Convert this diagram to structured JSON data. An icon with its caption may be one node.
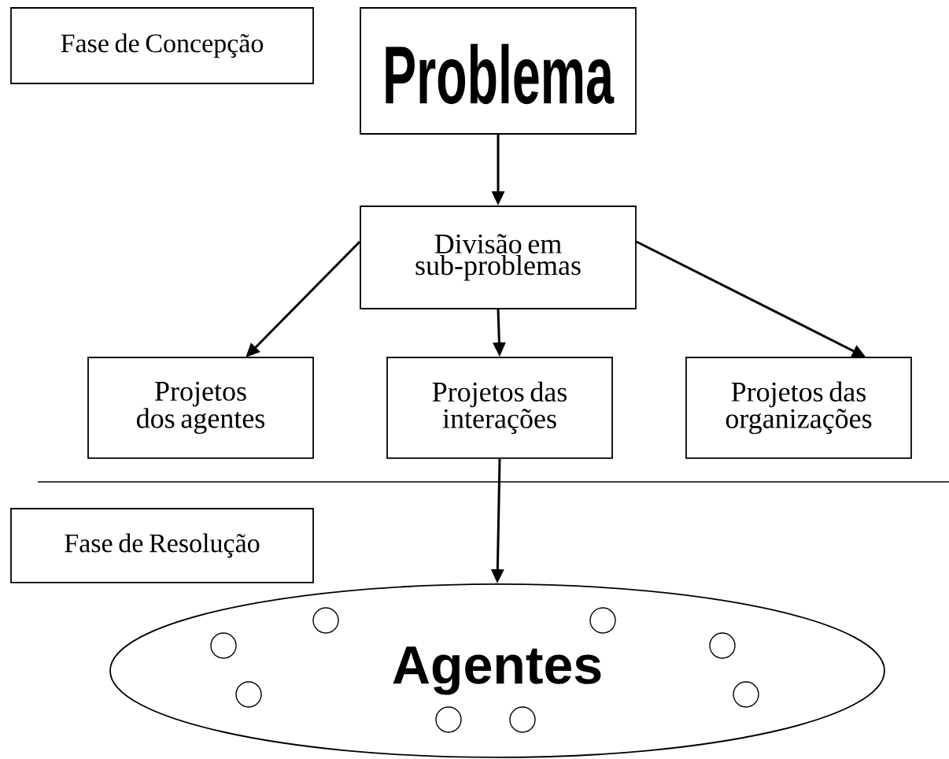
{
  "diagram": {
    "nodes": [
      {
        "text": [
          "Fase de Concepção"
        ]
      },
      {
        "text": [
          "Problema"
        ]
      },
      {
        "text": [
          "Divisão em sub-problemas"
        ]
      },
      {
        "text": [
          "Projetos dos agentes"
        ]
      },
      {
        "text": [
          "Projetos das interações"
        ]
      },
      {
        "text": [
          "Projetos das organizações"
        ]
      },
      {
        "text": [
          "Fase de Resolução"
        ]
      },
      {
        "text": [
          "Agentes"
        ]
      }
    ],
    "edges": [
      {
        "from": 1,
        "to": 2,
        "arrow": "to"
      },
      {
        "from": 2,
        "to": 3,
        "arrow": "to"
      },
      {
        "from": 2,
        "to": 4,
        "arrow": "to"
      },
      {
        "from": 2,
        "to": 5,
        "arrow": "to"
      },
      {
        "from": 4,
        "to": 7,
        "arrow": "to"
      }
    ]
  }
}
